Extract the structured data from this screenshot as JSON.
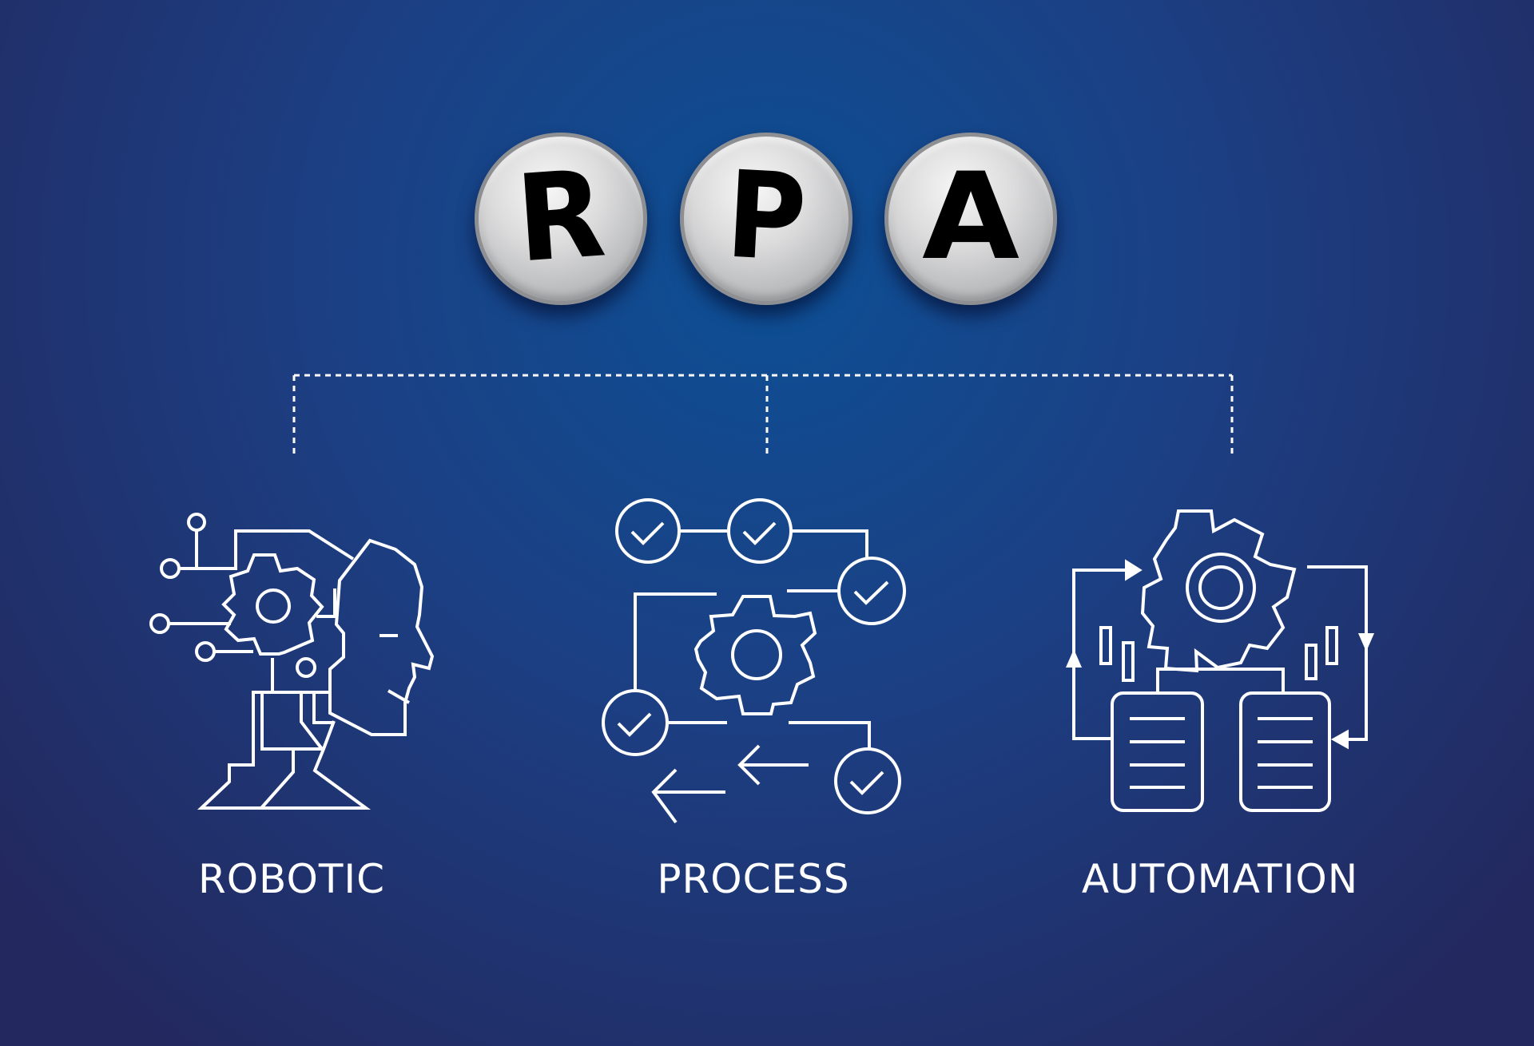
{
  "colors": {
    "background_center": "#0d4f95",
    "background_edge": "#21285f",
    "line": "#ffffff",
    "coin_face": "#d6d6d7",
    "coin_rim": "#8e8f92",
    "letter": "#000000"
  },
  "coins": [
    {
      "letter": "R"
    },
    {
      "letter": "P"
    },
    {
      "letter": "A"
    }
  ],
  "pillars": [
    {
      "label": "ROBOTIC",
      "icon": "robot-head-gear-icon"
    },
    {
      "label": "PROCESS",
      "icon": "process-checklist-gear-icon"
    },
    {
      "label": "AUTOMATION",
      "icon": "automation-gear-documents-icon"
    }
  ]
}
